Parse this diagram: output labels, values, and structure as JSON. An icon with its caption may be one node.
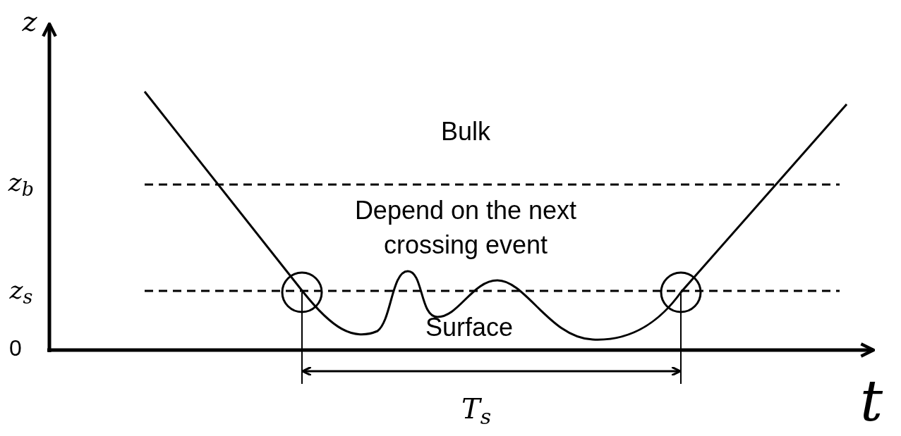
{
  "diagram": {
    "labels": [
      "z",
      "z$_{b}$",
      "z$_{s}$",
      "0",
      "Bulk",
      "Depend on the next crossing event",
      "Surface",
      "t",
      "T$_{s}$"
    ]
  }
}
